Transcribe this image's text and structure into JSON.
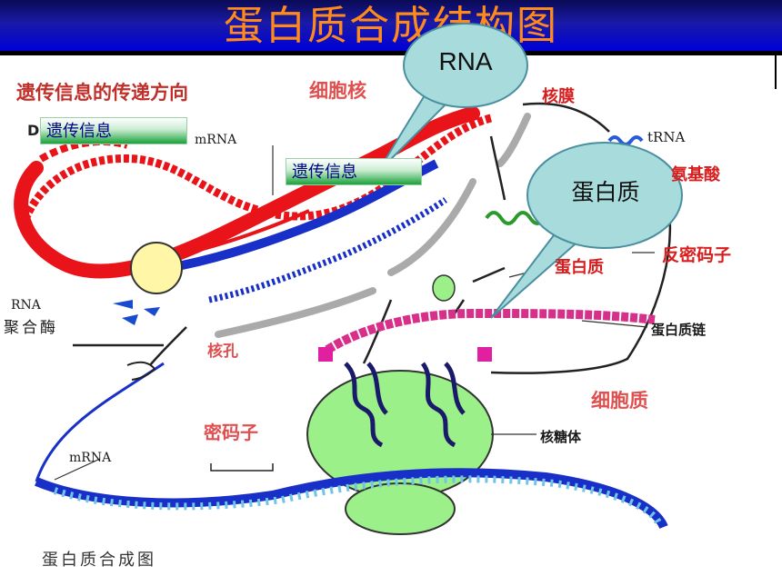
{
  "title": "蛋白质合成结构图",
  "flow_heading": "遗传信息的传递方向",
  "left_letter": "D",
  "info_box_1": "遗传信息",
  "info_box_2": "遗传信息",
  "callout_rna": "RNA",
  "callout_protein": "蛋白质",
  "labels": {
    "nucleus": "细胞核",
    "nuclear_membrane": "核膜",
    "trna": "tRNA",
    "amino_acid": "氨基酸",
    "anticodon": "反密码子",
    "protein": "蛋白质",
    "protein_chain": "蛋白质链",
    "cytoplasm": "细胞质",
    "ribosome": "核糖体",
    "codon": "密码子",
    "nuclear_pore": "核孔",
    "mrna_top": "mRNA",
    "mrna_bottom": "mRNA",
    "rna_polymerase_1": "RNA",
    "rna_polymerase_2": "聚合酶"
  },
  "bottom_caption": "蛋白质合成图",
  "colors": {
    "title_text": "#ff8a1c",
    "title_bar": "#0000d8",
    "dna_red": "#e8141a",
    "mrna_blue": "#1830c8",
    "ribosome_green": "#9cf08a",
    "callout_fill": "#a8dcdc",
    "label_red": "#d81e1e"
  }
}
